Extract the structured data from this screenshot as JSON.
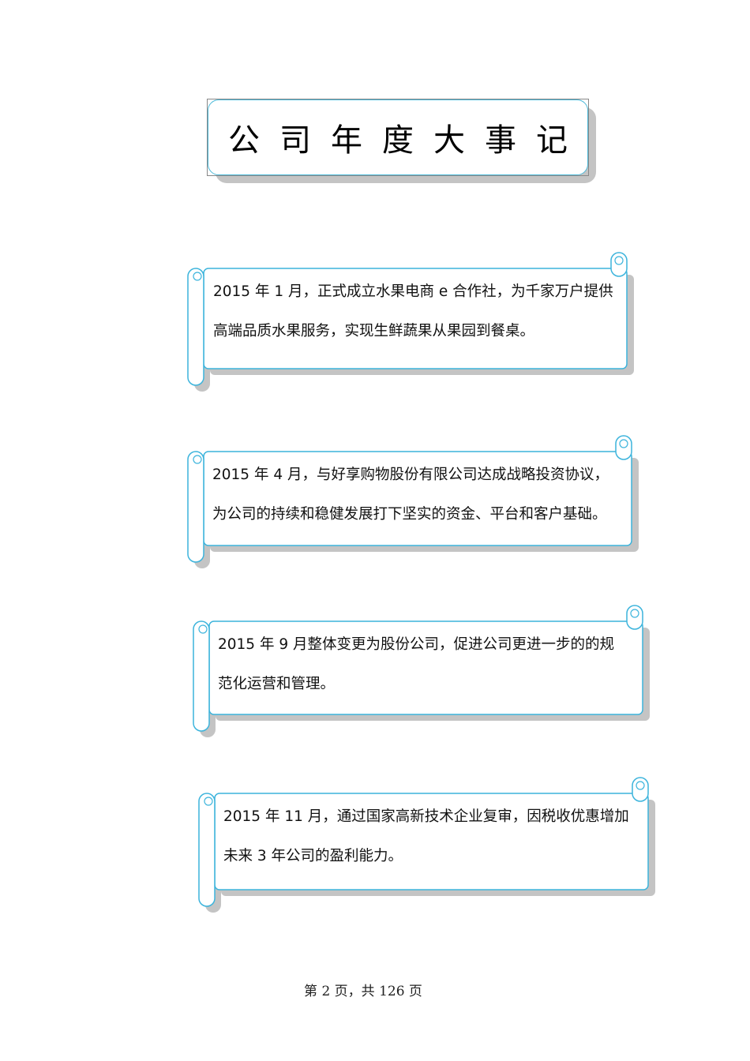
{
  "title": "公司年度大事记",
  "events": [
    {
      "line1": "2015 年 1 月，正式成立水果电商 e 合作社，为千家万户提供",
      "line2": "高端品质水果服务，实现生鲜蔬果从果园到餐桌。"
    },
    {
      "line1": "2015 年 4 月，与好享购物股份有限公司达成战略投资协议，",
      "line2": "为公司的持续和稳健发展打下坚实的资金、平台和客户基础。"
    },
    {
      "line1": "2015  年  9  月整体变更为股份公司，促进公司更进一步的的规",
      "line2": "范化运营和管理。"
    },
    {
      "line1": "2015 年 11 月，通过国家高新技术企业复审，因税收优惠增加",
      "line2": "未来 3 年公司的盈利能力。"
    }
  ],
  "footer": "第 2 页，共 126 页",
  "colors": {
    "border": "#3cb4dc",
    "shadow": "#c4c4c4"
  }
}
